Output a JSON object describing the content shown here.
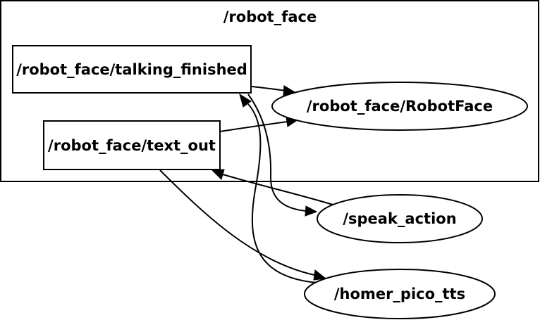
{
  "graph": {
    "cluster_label": "/robot_face",
    "nodes": {
      "talking_finished": "/robot_face/talking_finished",
      "text_out": "/robot_face/text_out",
      "robot_face_node": "/robot_face/RobotFace",
      "speak_action": "/speak_action",
      "homer_pico_tts": "/homer_pico_tts"
    },
    "edges": [
      {
        "from": "talking_finished",
        "to": "robot_face_node"
      },
      {
        "from": "text_out",
        "to": "robot_face_node"
      },
      {
        "from": "speak_action",
        "to": "text_out"
      },
      {
        "from": "talking_finished",
        "to": "speak_action"
      },
      {
        "from": "homer_pico_tts",
        "to": "talking_finished"
      },
      {
        "from": "text_out",
        "to": "homer_pico_tts"
      }
    ]
  },
  "colors": {
    "stroke": "#000000",
    "background": "#ffffff"
  }
}
